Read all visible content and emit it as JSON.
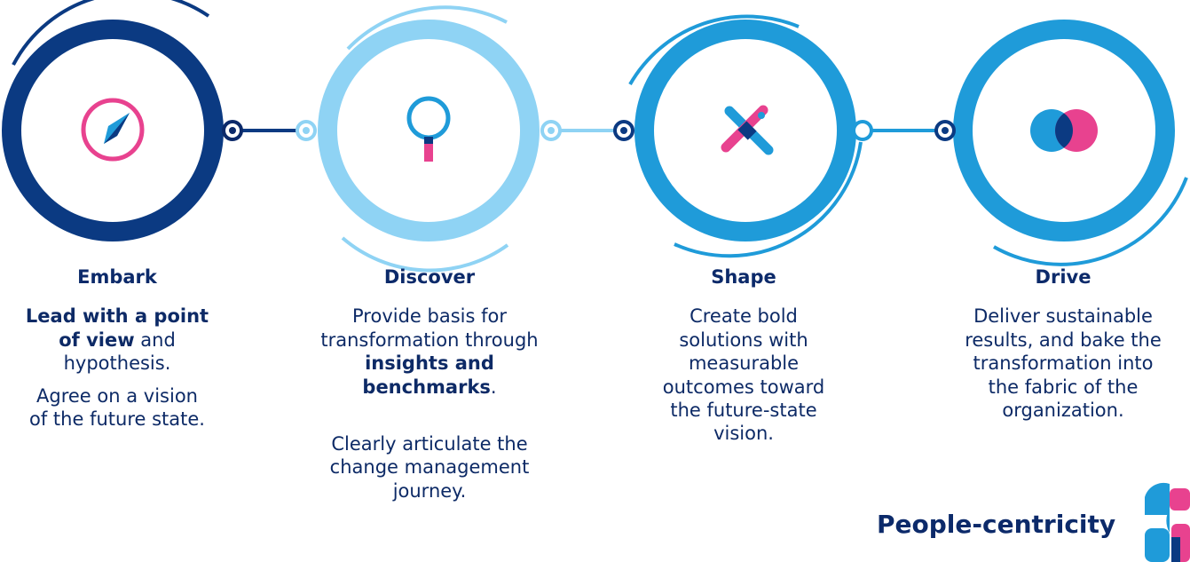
{
  "steps": [
    {
      "title": "Embark",
      "paragraphs": [
        [
          {
            "t": "Lead with a point of view",
            "b": true
          },
          {
            "t": " and hypothesis.",
            "b": false
          }
        ],
        [
          {
            "t": "Agree on a vision of the future state.",
            "b": false
          }
        ]
      ],
      "icon": "compass-icon"
    },
    {
      "title": "Discover",
      "paragraphs": [
        [
          {
            "t": "Provide basis for transformation through ",
            "b": false
          },
          {
            "t": "insights and benchmarks",
            "b": true
          },
          {
            "t": ".",
            "b": false
          }
        ],
        [
          {
            "t": "Clearly articulate the change management journey.",
            "b": false
          }
        ]
      ],
      "icon": "magnifier-icon"
    },
    {
      "title": "Shape",
      "paragraphs": [
        [
          {
            "t": "Create bold solutions with measurable outcomes toward the future-state vision.",
            "b": false
          }
        ]
      ],
      "icon": "tools-icon"
    },
    {
      "title": "Drive",
      "paragraphs": [
        [
          {
            "t": "Deliver sustainable results, and bake the transformation into the fabric of the organization.",
            "b": false
          }
        ]
      ],
      "icon": "overlapping-circles-icon"
    }
  ],
  "footer": {
    "label": "People-centricity",
    "icon": "people-logo-icon"
  },
  "colors": {
    "navy": "#0c2a6a",
    "dark_blue": "#0b3a82",
    "light_blue": "#8fd3f4",
    "mid_blue": "#1f9bd9",
    "pink": "#e8428f"
  }
}
